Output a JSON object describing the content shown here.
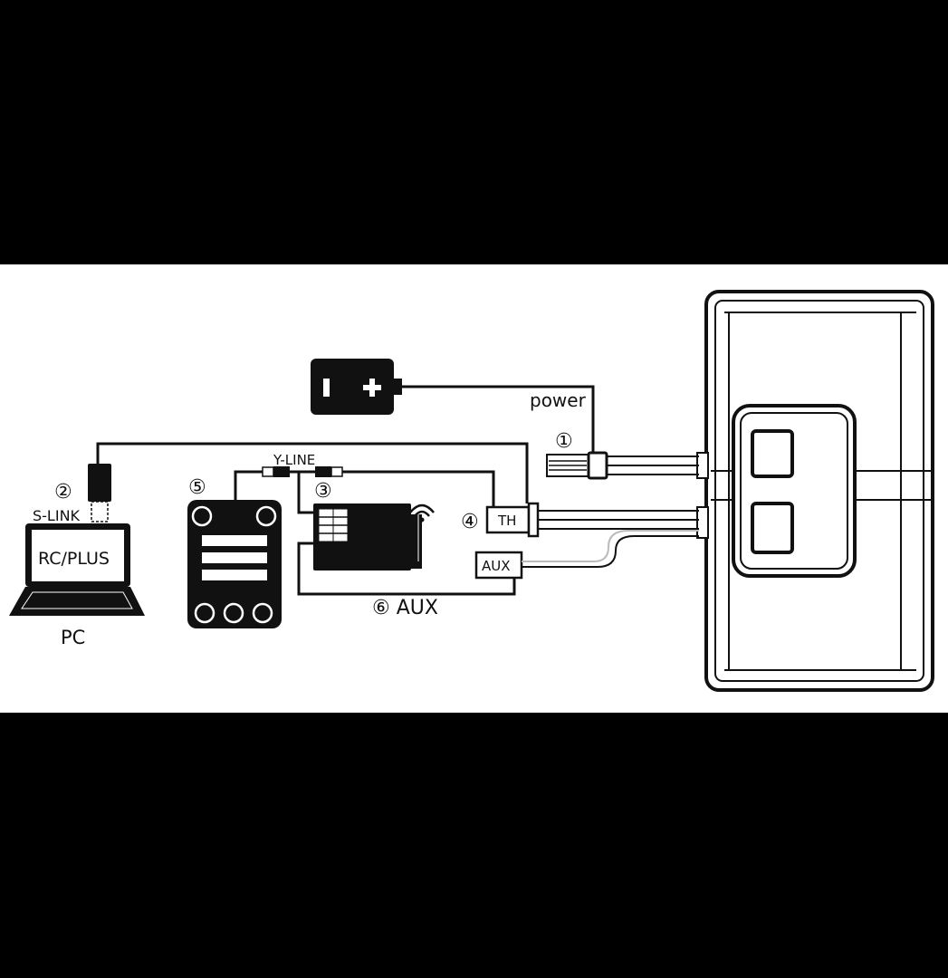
{
  "labels": {
    "power": "power",
    "num1": "①",
    "num2": "②",
    "num3": "③",
    "num4": "④",
    "num5": "⑤",
    "num6_aux": "⑥ AUX",
    "slink": "S-LINK",
    "yline": "Y-LINE",
    "th": "TH",
    "aux": "AUX",
    "rcplus": "RC/PLUS",
    "pc": "PC",
    "minus": "-",
    "plus": "+"
  },
  "colors": {
    "frame": "#000000",
    "panel": "#ffffff",
    "ink": "#111111"
  }
}
